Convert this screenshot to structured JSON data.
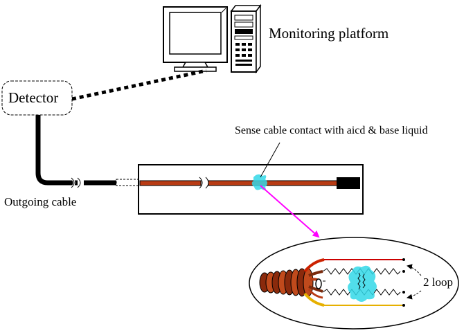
{
  "labels": {
    "monitoring_platform": "Monitoring platform",
    "detector": "Detector",
    "outgoing_cable": "Outgoing cable",
    "sense_cable": "Sense cable contact with aicd & base liquid",
    "loop": "2 loop"
  },
  "colors": {
    "sense_cable": "#b83b14",
    "liquid_leak": "#33d8e8",
    "pointer_arrow": "#ff00ff",
    "loop_red_wire": "#cc0000",
    "loop_yellow_wire": "#e6b000",
    "line": "#000000"
  },
  "icons": {
    "computer": "desktop-computer-icon"
  }
}
